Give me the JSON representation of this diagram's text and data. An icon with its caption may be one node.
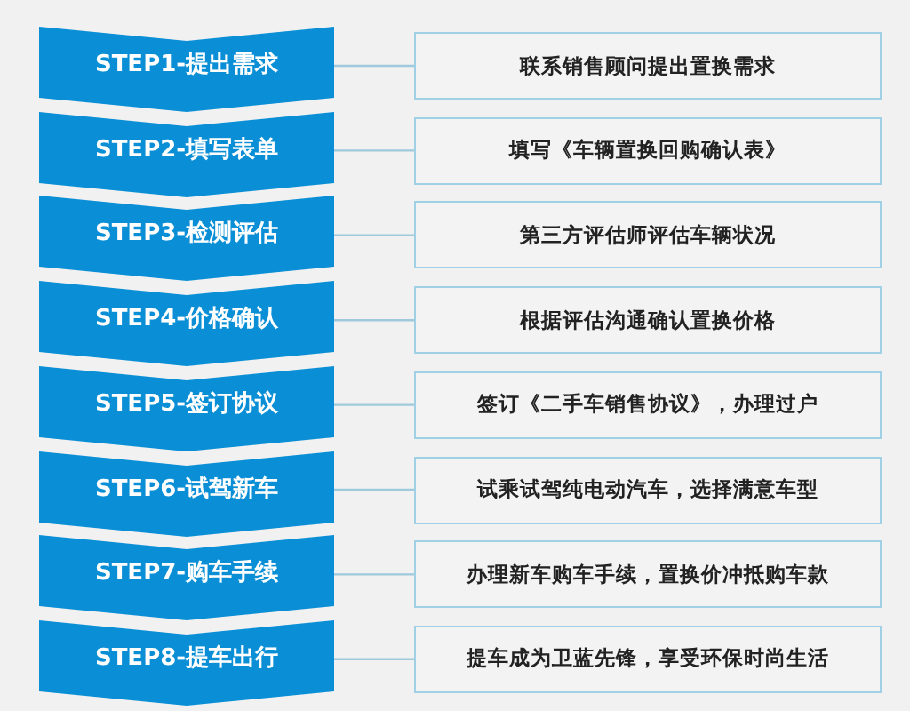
{
  "diagram": {
    "nodes": [
      {
        "text": [
          "STEP1-提出需求"
        ]
      },
      {
        "text": [
          "联系销售顾问提出置换需求"
        ]
      },
      {
        "text": [
          "STEP2-填写表单"
        ]
      },
      {
        "text": [
          "填写《车辆置换回购确认表》"
        ]
      },
      {
        "text": [
          "STEP3-检测评估"
        ]
      },
      {
        "text": [
          "第三方评估师评估车辆状况"
        ]
      },
      {
        "text": [
          "STEP4-价格确认"
        ]
      },
      {
        "text": [
          "根据评估沟通确认置换价格"
        ]
      },
      {
        "text": [
          "STEP5-签订协议"
        ]
      },
      {
        "text": [
          "签订《二手车销售协议》，办理过户"
        ]
      },
      {
        "text": [
          "STEP6-试驾新车"
        ]
      },
      {
        "text": [
          "试乘试驾纯电动汽车，选择满意车型"
        ]
      },
      {
        "text": [
          "STEP7-购车手续"
        ]
      },
      {
        "text": [
          "办理新车购车手续，置换价冲抵购车款"
        ]
      },
      {
        "text": [
          "STEP8-提车出行"
        ]
      },
      {
        "text": [
          "提车成为卫蓝先锋，享受环保时尚生活"
        ]
      }
    ],
    "edges": [
      {
        "from": 0,
        "to": 1,
        "arrow": "none"
      },
      {
        "from": 2,
        "to": 3,
        "arrow": "none"
      },
      {
        "from": 4,
        "to": 5,
        "arrow": "none"
      },
      {
        "from": 6,
        "to": 7,
        "arrow": "none"
      },
      {
        "from": 8,
        "to": 9,
        "arrow": "none"
      },
      {
        "from": 10,
        "to": 11,
        "arrow": "none"
      },
      {
        "from": 12,
        "to": 13,
        "arrow": "none"
      },
      {
        "from": 14,
        "to": 15,
        "arrow": "none"
      }
    ]
  }
}
